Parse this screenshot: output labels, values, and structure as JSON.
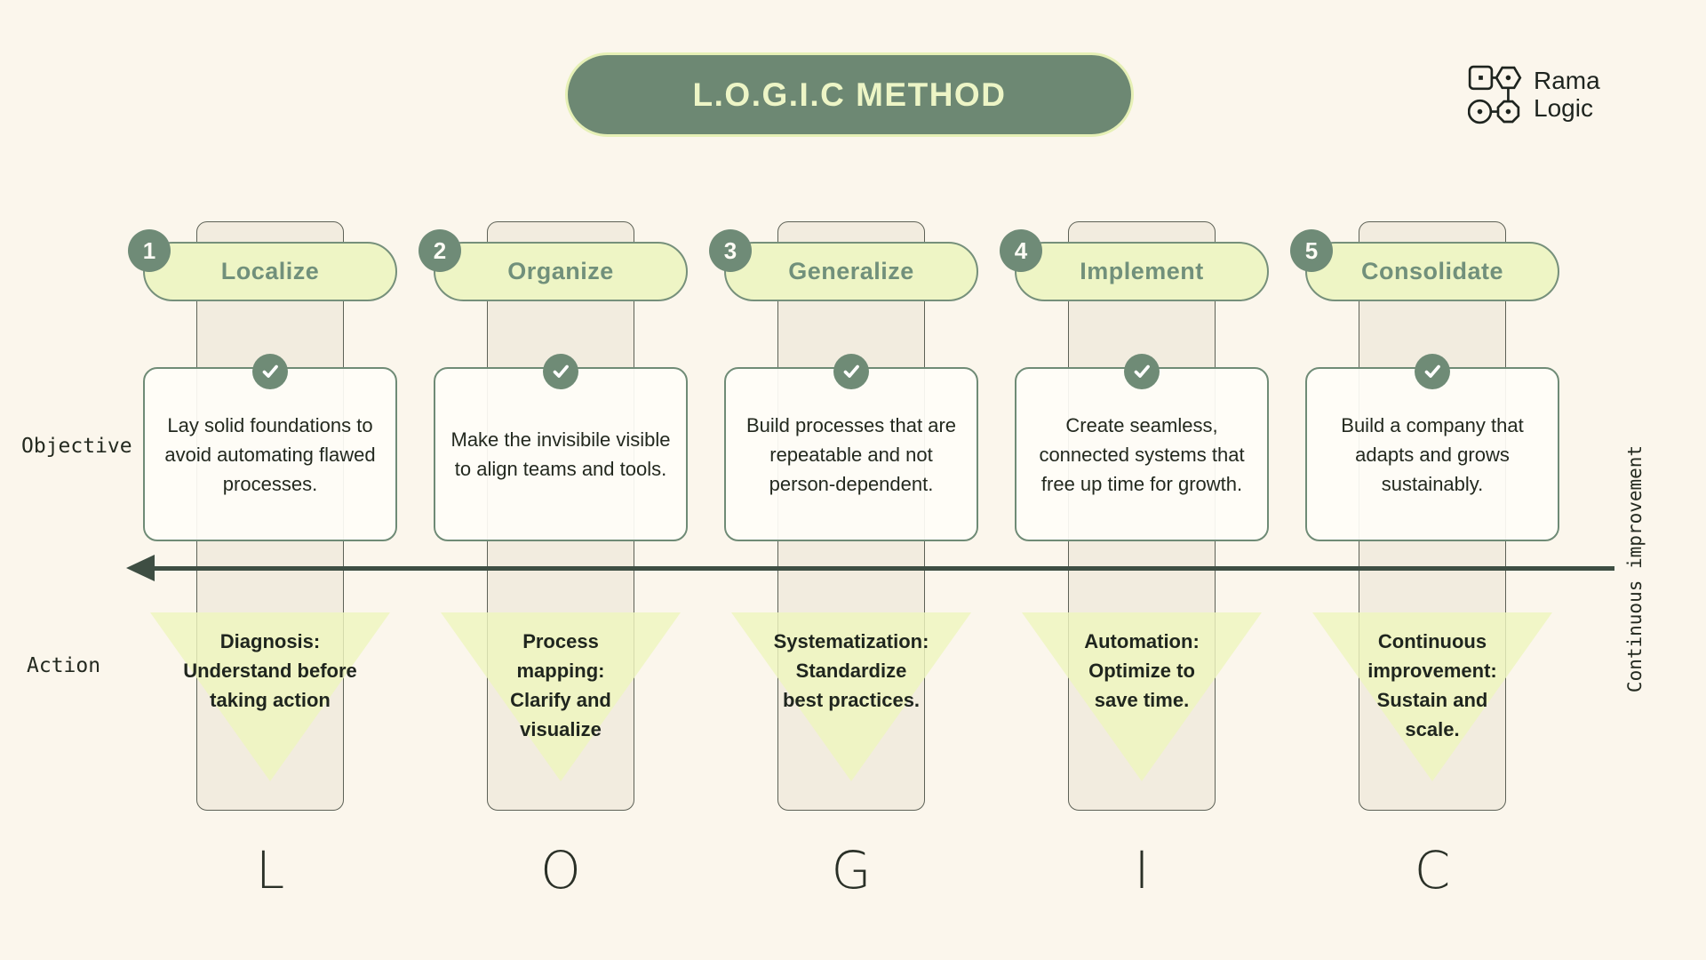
{
  "title": {
    "text": "L.O.G.I.C METHOD"
  },
  "logo": {
    "line1": "Rama",
    "line2": "Logic"
  },
  "row_labels": {
    "objective": "Objective",
    "action": "Action"
  },
  "arrow_label": "Continuous improvement",
  "columns": [
    {
      "number": "1",
      "name": "Localize",
      "letter": "L",
      "objective": "Lay solid foundations to avoid automating flawed processes.",
      "action": "Diagnosis: Understand before taking action"
    },
    {
      "number": "2",
      "name": "Organize",
      "letter": "O",
      "objective": "Make the invisibile visible to align teams and tools.",
      "action": "Process mapping: Clarify and visualize"
    },
    {
      "number": "3",
      "name": "Generalize",
      "letter": "G",
      "objective": "Build processes that are repeatable and not person-dependent.",
      "action": "Systematization: Standardize best practices."
    },
    {
      "number": "4",
      "name": "Implement",
      "letter": "I",
      "objective": "Create seamless, connected systems that free up time for growth.",
      "action": "Automation: Optimize to save time."
    },
    {
      "number": "5",
      "name": "Consolidate",
      "letter": "C",
      "objective": "Build a company that adapts and grows sustainably.",
      "action": "Continuous improvement: Sustain and scale."
    }
  ],
  "colors": {
    "background": "#FBF6EC",
    "title_pill": "#6D8873",
    "title_text": "#EDF5C6",
    "light_green": "#EEF5C5",
    "sage_accent": "#6F8B76",
    "strip_beige": "#F2ECDF",
    "triangle": "#EEF5BE",
    "arrow": "#3E4E43",
    "text_dark": "#23291F"
  }
}
